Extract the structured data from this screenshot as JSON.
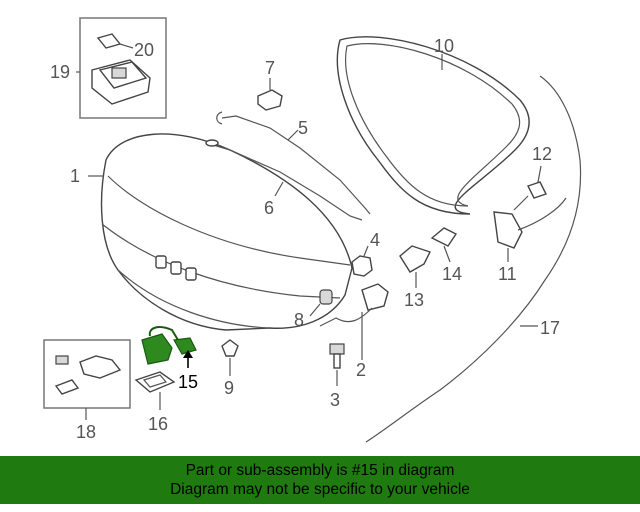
{
  "labels": {
    "p1": "1",
    "p2": "2",
    "p3": "3",
    "p4": "4",
    "p5": "5",
    "p6": "6",
    "p7": "7",
    "p8": "8",
    "p9": "9",
    "p10": "10",
    "p11": "11",
    "p12": "12",
    "p13": "13",
    "p14": "14",
    "p15": "15",
    "p16": "16",
    "p17": "17",
    "p18": "18",
    "p19": "19",
    "p20": "20"
  },
  "highlight_part": "15",
  "colors": {
    "banner": "#1f7a10",
    "highlight": "#2e8a1e"
  },
  "banner": {
    "line1": "Part or sub-assembly is #15 in diagram",
    "line2": "Diagram may not be specific to your vehicle"
  }
}
